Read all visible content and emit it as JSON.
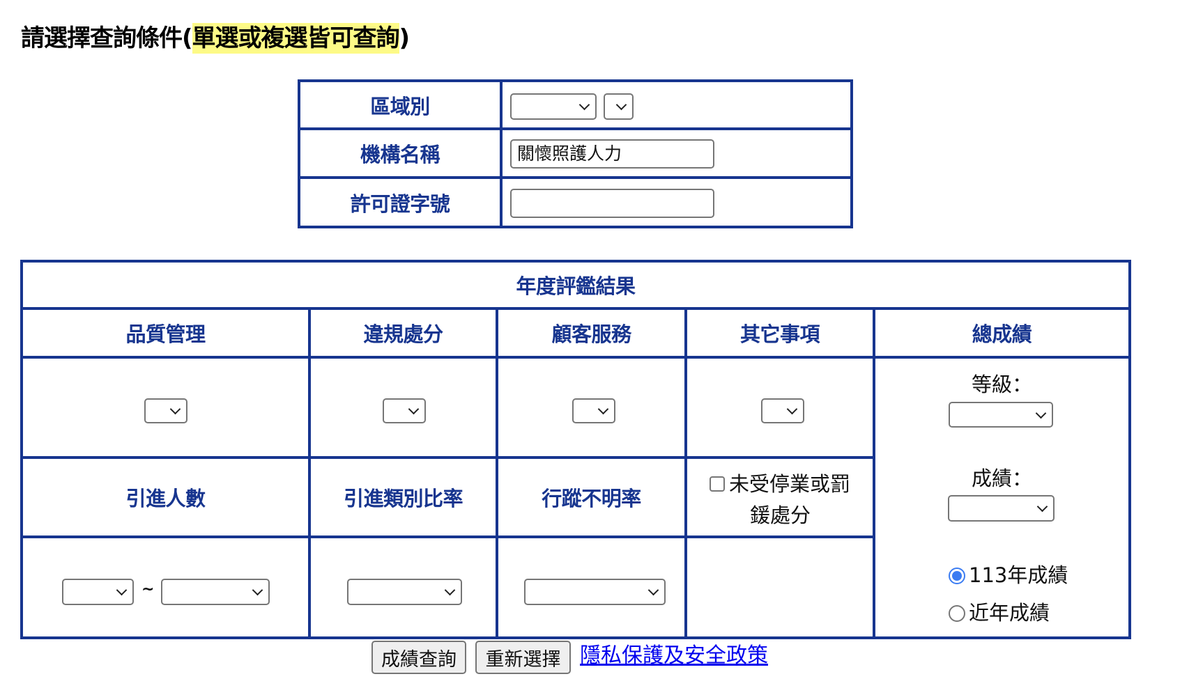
{
  "page": {
    "title_prefix": "請選擇查詢條件(",
    "title_highlight": "單選或複選皆可查詢",
    "title_suffix": ")"
  },
  "basic_filters": {
    "rows": [
      {
        "label": "區域別",
        "controls": [
          {
            "type": "select",
            "value": ""
          },
          {
            "type": "select",
            "value": ""
          }
        ]
      },
      {
        "label": "機構名稱",
        "controls": [
          {
            "type": "text",
            "value": "關懷照護人力"
          }
        ]
      },
      {
        "label": "許可證字號",
        "controls": [
          {
            "type": "text",
            "value": ""
          }
        ]
      }
    ]
  },
  "evaluation": {
    "title": "年度評鑑結果",
    "columns": [
      "品質管理",
      "違規處分",
      "顧客服務",
      "其它事項",
      "總成績"
    ],
    "row1_selects": [
      "",
      "",
      "",
      ""
    ],
    "row2_headers": [
      "引進人數",
      "引進類別比率",
      "行蹤不明率"
    ],
    "checkbox": {
      "label_line1": "未受停業或罰",
      "label_line2": "鍰處分",
      "checked": false
    },
    "intake_range": {
      "from": "",
      "separator": "~",
      "to": ""
    },
    "category_ratio_select": "",
    "missing_rate_select": "",
    "total": {
      "grade_label": "等級：",
      "grade_value": "",
      "score_label": "成績：",
      "score_value": "",
      "radios": [
        {
          "label": "113年成績",
          "checked": true
        },
        {
          "label": "近年成績",
          "checked": false
        }
      ]
    }
  },
  "actions": {
    "query_button": "成績查詢",
    "reset_button": "重新選擇",
    "privacy_link": "隱私保護及安全政策"
  },
  "colors": {
    "border": "#17358f",
    "header_text": "#17358f",
    "highlight": "#fdfa87",
    "link": "#0000ee",
    "radio_accent": "#3b7cf2"
  }
}
